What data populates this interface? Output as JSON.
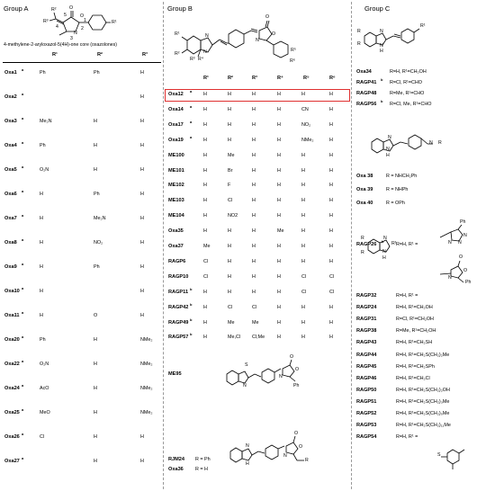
{
  "groupA": {
    "title": "Group A",
    "caption": "4-methylene-2-aryloxazol-5(4H)-one core (oxazolones)",
    "atom_labels": [
      "R³",
      "R²",
      "R¹",
      "O",
      "O",
      "N",
      "4",
      "1",
      "2",
      "3",
      "5"
    ],
    "headers": [
      "R¹",
      "R²",
      "R³"
    ],
    "rows": [
      {
        "name": "Oxa1",
        "sup": "a",
        "r1": "Ph",
        "r2": "Ph",
        "r3": "H"
      },
      {
        "name": "Oxa2",
        "sup": "a",
        "r1": "",
        "r2": "",
        "r3": "H"
      },
      {
        "name": "Oxa3",
        "sup": "a",
        "r1": "Me₂N",
        "r2": "H",
        "r3": "H"
      },
      {
        "name": "Oxa4",
        "sup": "a",
        "r1": "Ph",
        "r2": "H",
        "r3": "H"
      },
      {
        "name": "Oxa5",
        "sup": "a",
        "r1": "O₂N",
        "r2": "H",
        "r3": "H"
      },
      {
        "name": "Oxa6",
        "sup": "a",
        "r1": "H",
        "r2": "Ph",
        "r3": "H"
      },
      {
        "name": "Oxa7",
        "sup": "a",
        "r1": "H",
        "r2": "Me₂N",
        "r3": "H"
      },
      {
        "name": "Oxa8",
        "sup": "a",
        "r1": "H",
        "r2": "NO₂",
        "r3": "H"
      },
      {
        "name": "Oxa9",
        "sup": "a",
        "r1": "H",
        "r2": "Ph",
        "r3": "H"
      },
      {
        "name": "Oxa10",
        "sup": "a",
        "r1": "H",
        "r2": "",
        "r3": "H"
      },
      {
        "name": "Oxa11",
        "sup": "a",
        "r1": "H",
        "r2": "O",
        "r3": "H"
      },
      {
        "name": "Oxa20",
        "sup": "a",
        "r1": "Ph",
        "r2": "H",
        "r3": "NMe₂"
      },
      {
        "name": "Oxa22",
        "sup": "a",
        "r1": "O₂N",
        "r2": "H",
        "r3": "NMe₂"
      },
      {
        "name": "Oxa24",
        "sup": "a",
        "r1": "AcO",
        "r2": "H",
        "r3": "NMe₂"
      },
      {
        "name": "Oxa25",
        "sup": "a",
        "r1": "MeO",
        "r2": "H",
        "r3": "NMe₂"
      },
      {
        "name": "Oxa26",
        "sup": "a",
        "r1": "Cl",
        "r2": "H",
        "r3": "H"
      },
      {
        "name": "Oxa27",
        "sup": "a",
        "r1": "",
        "r2": "H",
        "r3": "H"
      }
    ]
  },
  "groupB": {
    "title": "Group B",
    "atom_labels": [
      "R¹",
      "R²",
      "R³",
      "N",
      "N",
      "R⁴",
      "O",
      "O",
      "N",
      "R⁵",
      "R⁶"
    ],
    "headers": [
      "R¹",
      "R²",
      "R³",
      "R⁴",
      "R⁵",
      "R⁶"
    ],
    "highlight_color": "#e03030",
    "rows": [
      {
        "name": "Oxa12",
        "sup": "a",
        "v": [
          "H",
          "H",
          "H",
          "H",
          "H",
          "H"
        ],
        "highlight": true
      },
      {
        "name": "Oxa14",
        "sup": "a",
        "v": [
          "H",
          "H",
          "H",
          "H",
          "CN",
          "H"
        ]
      },
      {
        "name": "Oxa17",
        "sup": "a",
        "v": [
          "H",
          "H",
          "H",
          "H",
          "NO₂",
          "H"
        ]
      },
      {
        "name": "Oxa19",
        "sup": "a",
        "v": [
          "H",
          "H",
          "H",
          "H",
          "NMe₂",
          "H"
        ]
      },
      {
        "name": "ME100",
        "sup": "",
        "v": [
          "H",
          "Me",
          "H",
          "H",
          "H",
          "H"
        ]
      },
      {
        "name": "ME101",
        "sup": "",
        "v": [
          "H",
          "Br",
          "H",
          "H",
          "H",
          "H"
        ]
      },
      {
        "name": "ME102",
        "sup": "",
        "v": [
          "H",
          "F",
          "H",
          "H",
          "H",
          "H"
        ]
      },
      {
        "name": "ME103",
        "sup": "",
        "v": [
          "H",
          "Cl",
          "H",
          "H",
          "H",
          "H"
        ]
      },
      {
        "name": "ME104",
        "sup": "",
        "v": [
          "H",
          "NO2",
          "H",
          "H",
          "H",
          "H"
        ]
      },
      {
        "name": "Oxa35",
        "sup": "",
        "v": [
          "H",
          "H",
          "H",
          "Me",
          "H",
          "H"
        ]
      },
      {
        "name": "Oxa37",
        "sup": "",
        "v": [
          "Me",
          "H",
          "H",
          "H",
          "H",
          "H"
        ]
      },
      {
        "name": "RAGP6",
        "sup": "",
        "v": [
          "Cl",
          "H",
          "H",
          "H",
          "H",
          "H"
        ]
      },
      {
        "name": "RAGP10",
        "sup": "",
        "v": [
          "Cl",
          "H",
          "H",
          "H",
          "Cl",
          "Cl"
        ]
      },
      {
        "name": "RAGP11",
        "sup": "b",
        "v": [
          "H",
          "H",
          "H",
          "H",
          "Cl",
          "Cl"
        ]
      },
      {
        "name": "RAGP42",
        "sup": "b",
        "v": [
          "H",
          "Cl",
          "Cl",
          "H",
          "H",
          "H"
        ]
      },
      {
        "name": "RAGP49",
        "sup": "b",
        "v": [
          "H",
          "Me",
          "Me",
          "H",
          "H",
          "H"
        ]
      },
      {
        "name": "RAGP57",
        "sup": "b",
        "v": [
          "H",
          "Me,Cl",
          "Cl,Me",
          "H",
          "H",
          "H"
        ]
      }
    ],
    "me95": {
      "name": "ME95",
      "atoms": [
        "S",
        "N",
        "O",
        "O",
        "N",
        "Ph"
      ]
    },
    "rjm": {
      "name": "RJM24",
      "value": "R = Ph",
      "atoms": [
        "N",
        "H",
        "O",
        "O",
        "N",
        "R"
      ]
    },
    "oxa36": {
      "name": "Oxa36",
      "value": "R = H"
    }
  },
  "groupC": {
    "title": "Group C",
    "sec1": {
      "atoms": [
        "R",
        "R",
        "N",
        "H",
        "N",
        "R¹"
      ],
      "rows": [
        {
          "name": "Oxa34",
          "sup": "",
          "value": "R=H, R¹=CH₂OH"
        },
        {
          "name": "RAGP41",
          "sup": "b",
          "value": "R=Cl, R¹=CHO"
        },
        {
          "name": "RAGP48",
          "sup": "",
          "value": "R=Me, R¹=CHO"
        },
        {
          "name": "RAGP56",
          "sup": "b",
          "value": "R=Cl, Me, R¹=CHO"
        }
      ]
    },
    "sec2": {
      "atoms": [
        "N",
        "H",
        "N",
        "N",
        "R"
      ],
      "rows": [
        {
          "name": "Oxa 38",
          "value": "R = NHCH₂Ph"
        },
        {
          "name": "Oxa 39",
          "value": "R = NHPh"
        },
        {
          "name": "Oxa 40",
          "value": "R = OPh"
        }
      ]
    },
    "sec3": {
      "atoms": [
        "R",
        "R",
        "N",
        "H",
        "N",
        "R¹",
        "Ph",
        "N",
        "N",
        "N",
        "O",
        "O",
        "N",
        "Ph"
      ],
      "first": {
        "name": "RAGP26",
        "sup": "b",
        "value": "R=H, R¹ ="
      },
      "rows": [
        {
          "name": "RAGP32",
          "value": "R=H, R¹ ="
        },
        {
          "name": "RAGP24",
          "value": "R=H, R¹=CH₂OH"
        },
        {
          "name": "RAGP31",
          "value": "R=Cl, R¹=CH₂OH"
        },
        {
          "name": "RAGP38",
          "value": "R=Me, R¹=CH₂OH"
        },
        {
          "name": "RAGP43",
          "value": "R=H, R¹=CH₂SH"
        },
        {
          "name": "RAGP44",
          "value": "R=H, R¹=CH₂S(CH₂)₂Me"
        },
        {
          "name": "RAGP45",
          "value": "R=H, R¹=CH₂SPh"
        },
        {
          "name": "RAGP46",
          "value": "R=H, R¹=CH₂Cl"
        },
        {
          "name": "RAGP50",
          "value": "R=H, R¹=CH₂S(CH₂)₂OH"
        },
        {
          "name": "RAGP51",
          "value": "R=H, R¹=CH₂S(CH₂)₃Me"
        },
        {
          "name": "RAGP52",
          "value": "R=H, R¹=CH₂S(CH₂)₅Me"
        },
        {
          "name": "RAGP53",
          "value": "R=H, R¹=CH₂S(CH₂)₁₁Me"
        },
        {
          "name": "RAGP54",
          "value": "R=H, R¹ ="
        }
      ],
      "rag54_atom": "S"
    }
  }
}
